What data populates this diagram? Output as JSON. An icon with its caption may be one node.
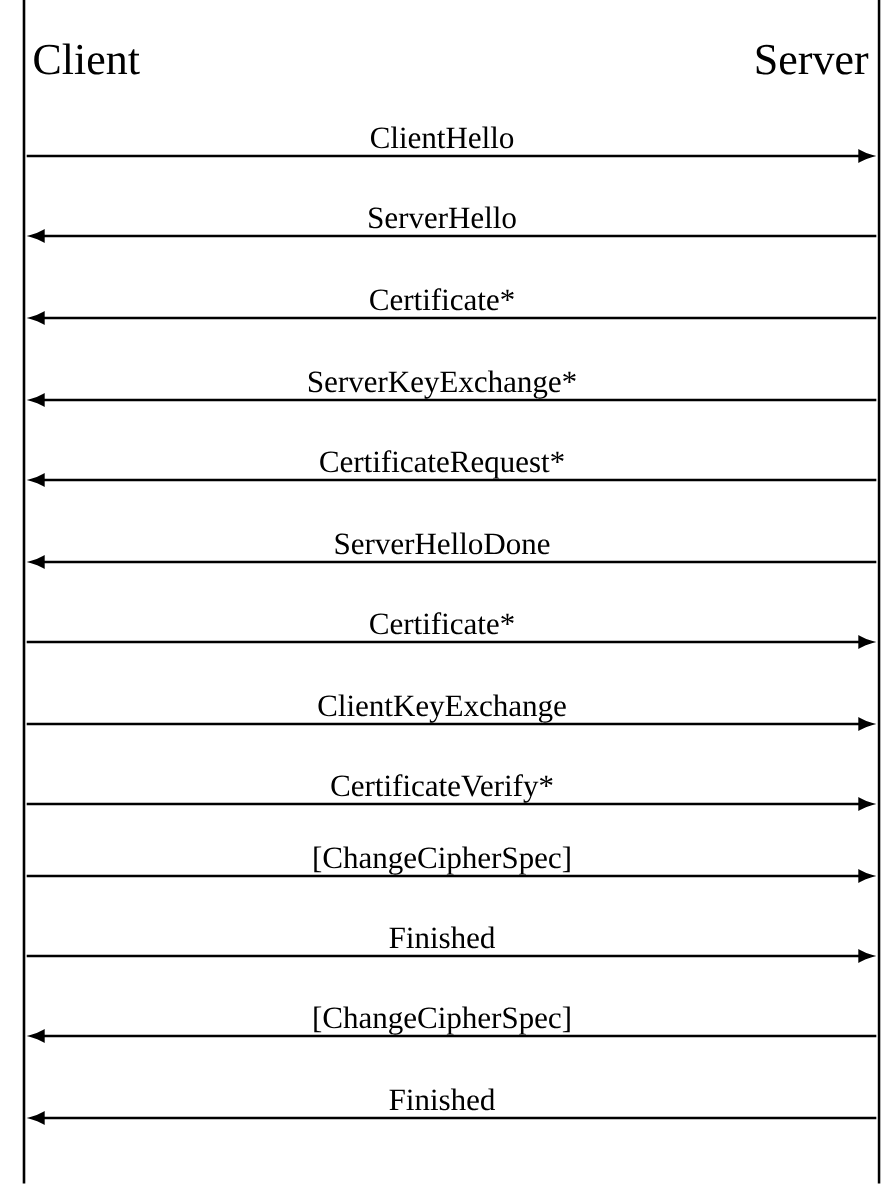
{
  "diagram": {
    "nodes": [
      {
        "text": [],
        "shape": "bar",
        "beside": [
          "Client"
        ]
      },
      {
        "text": [],
        "shape": "bar",
        "beside": [
          "Server"
        ]
      }
    ],
    "edges": [
      {
        "from": 0,
        "to": 1,
        "arrow": "to",
        "label": "ClientHello"
      },
      {
        "from": 1,
        "to": 0,
        "arrow": "to",
        "label": "ServerHello"
      },
      {
        "from": 1,
        "to": 0,
        "arrow": "to",
        "label": "Certificate*"
      },
      {
        "from": 1,
        "to": 0,
        "arrow": "to",
        "label": "ServerKeyExchange*"
      },
      {
        "from": 1,
        "to": 0,
        "arrow": "to",
        "label": "CertificateRequest*"
      },
      {
        "from": 1,
        "to": 0,
        "arrow": "to",
        "label": "ServerHelloDone"
      },
      {
        "from": 0,
        "to": 1,
        "arrow": "to",
        "label": "Certificate*"
      },
      {
        "from": 0,
        "to": 1,
        "arrow": "to",
        "label": "ClientKeyExchange"
      },
      {
        "from": 0,
        "to": 1,
        "arrow": "to",
        "label": "CertificateVerify*"
      },
      {
        "from": 0,
        "to": 1,
        "arrow": "to",
        "label": "[ChangeCipherSpec]"
      },
      {
        "from": 0,
        "to": 1,
        "arrow": "to",
        "label": "Finished"
      },
      {
        "from": 1,
        "to": 0,
        "arrow": "to",
        "label": "[ChangeCipherSpec]"
      },
      {
        "from": 1,
        "to": 0,
        "arrow": "to",
        "label": "Finished"
      }
    ]
  }
}
